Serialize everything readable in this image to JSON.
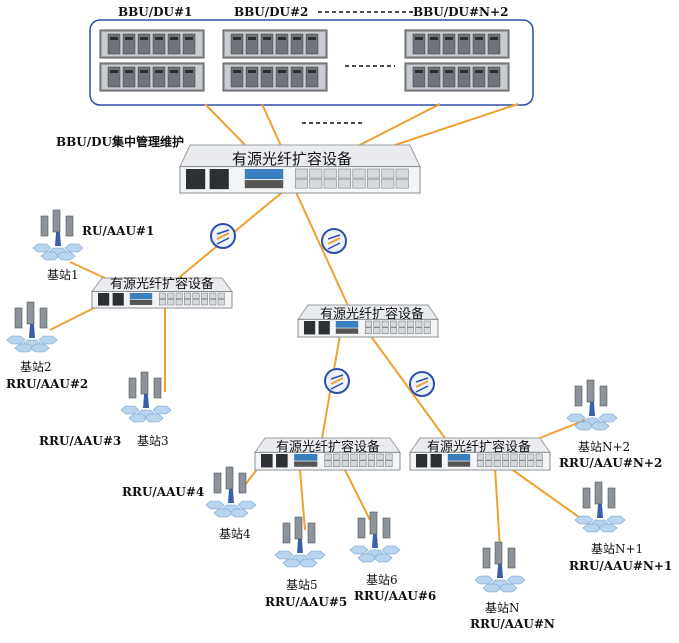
{
  "bbu_group": {
    "labels": [
      "BBU/DU#1",
      "BBU/DU#2",
      "BBU/DU#N+2"
    ],
    "management_label": "BBU/DU集中管理维护"
  },
  "devices": {
    "core": "有源光纤扩容设备",
    "left": "有源光纤扩容设备",
    "middle": "有源光纤扩容设备",
    "lower_left": "有源光纤扩容设备",
    "lower_right": "有源光纤扩容设备"
  },
  "sites": {
    "s1": {
      "name": "基站1",
      "unit": "RU/AAU#1"
    },
    "s2": {
      "name": "基站2",
      "unit": "RRU/AAU#2"
    },
    "s3": {
      "name": "基站3",
      "unit": "RRU/AAU#3"
    },
    "s4": {
      "name": "基站4",
      "unit": "RRU/AAU#4"
    },
    "s5": {
      "name": "基站5",
      "unit": "RRU/AAU#5"
    },
    "s6": {
      "name": "基站6",
      "unit": "RRU/AAU#6"
    },
    "sN": {
      "name": "基站N",
      "unit": "RRU/AAU#N"
    },
    "sN1": {
      "name": "基站N+1",
      "unit": "RRU/AAU#N+1"
    },
    "sN2": {
      "name": "基站N+2",
      "unit": "RRU/AAU#N+2"
    }
  },
  "colors": {
    "link": "#f0a030",
    "frame": "#2d4fa8",
    "rack": "#8a8f96"
  }
}
